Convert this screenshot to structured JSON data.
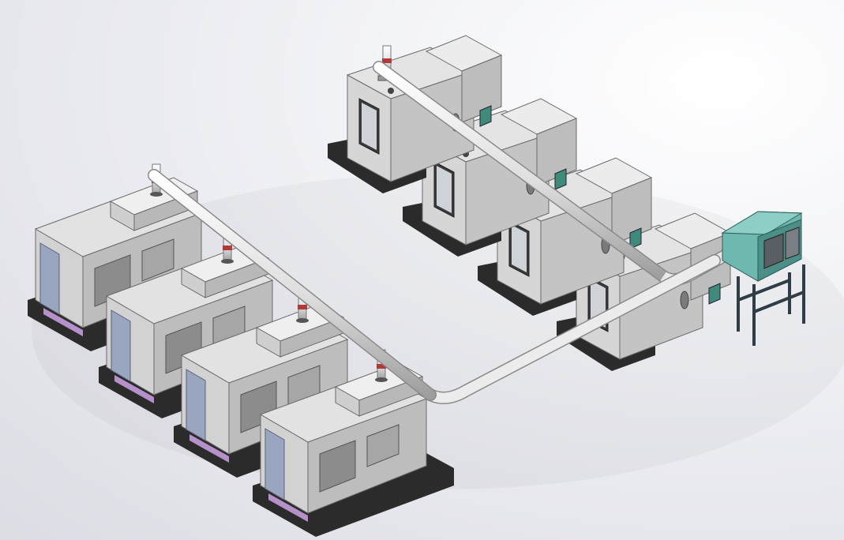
{
  "scene": {
    "caption": "",
    "colors": {
      "background": "#e4e5ea",
      "machine_light": "#d9d9d9",
      "machine_mid": "#bdbdbd",
      "machine_dark": "#8c8c8c",
      "base": "#2b2b2b",
      "duct": "#e8e8e8",
      "valve_red": "#b03a3a",
      "collector_teal": "#6fb8b0",
      "door_blue": "#9aa6c0",
      "screen_green": "#3f8a7a",
      "strip_purple": "#b690c8"
    },
    "lathe_count": 4,
    "machining_center_count": 4,
    "collector_count": 1,
    "icons": [
      "cnc-lathe",
      "machining-center",
      "exhaust-duct",
      "dust-collector",
      "support-frame"
    ]
  }
}
